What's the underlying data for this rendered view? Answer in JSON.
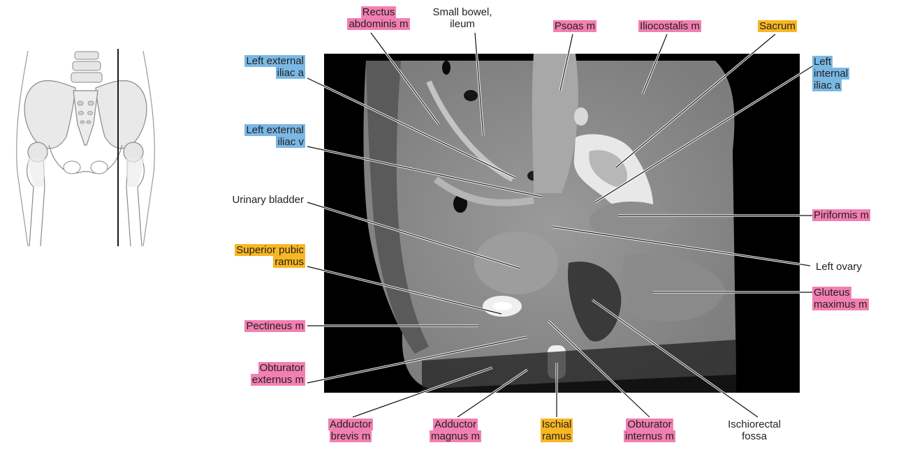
{
  "colors": {
    "muscle": "#f27fb2",
    "vessel": "#7ab8e4",
    "bone": "#f7b723",
    "scan_background": "#000000"
  },
  "orientation_thumbnail": {
    "icon": "pelvis-outline-with-sagittal-plane-line"
  },
  "labels": [
    {
      "id": "rectus-abdominis",
      "lines": [
        "Rectus",
        "abdominis m"
      ],
      "category": "muscle"
    },
    {
      "id": "small-bowel",
      "lines": [
        "Small bowel,",
        "ileum"
      ],
      "category": "plain"
    },
    {
      "id": "psoas",
      "lines": [
        "Psoas m"
      ],
      "category": "muscle"
    },
    {
      "id": "iliocostalis",
      "lines": [
        "Iliocostalis m"
      ],
      "category": "muscle"
    },
    {
      "id": "sacrum",
      "lines": [
        "Sacrum"
      ],
      "category": "bone"
    },
    {
      "id": "left-internal-iliac-a",
      "lines": [
        "Left",
        "internal",
        "iliac a"
      ],
      "category": "vessel"
    },
    {
      "id": "left-external-iliac-a",
      "lines": [
        "Left external",
        "iliac a"
      ],
      "category": "vessel"
    },
    {
      "id": "left-external-iliac-v",
      "lines": [
        "Left external",
        "iliac v"
      ],
      "category": "vessel"
    },
    {
      "id": "urinary-bladder",
      "lines": [
        "Urinary bladder"
      ],
      "category": "plain"
    },
    {
      "id": "superior-pubic-ramus",
      "lines": [
        "Superior pubic",
        "ramus"
      ],
      "category": "bone"
    },
    {
      "id": "pectineus",
      "lines": [
        "Pectineus m"
      ],
      "category": "muscle"
    },
    {
      "id": "obturator-externus",
      "lines": [
        "Obturator",
        "externus m"
      ],
      "category": "muscle"
    },
    {
      "id": "piriformis",
      "lines": [
        "Piriformis m"
      ],
      "category": "muscle"
    },
    {
      "id": "left-ovary",
      "lines": [
        "Left ovary"
      ],
      "category": "plain"
    },
    {
      "id": "gluteus-maximus",
      "lines": [
        "Gluteus",
        "maximus m"
      ],
      "category": "muscle"
    },
    {
      "id": "adductor-brevis",
      "lines": [
        "Adductor",
        "brevis m"
      ],
      "category": "muscle"
    },
    {
      "id": "adductor-magnus",
      "lines": [
        "Adductor",
        "magnus m"
      ],
      "category": "muscle"
    },
    {
      "id": "ischial-ramus",
      "lines": [
        "Ischial",
        "ramus"
      ],
      "category": "bone"
    },
    {
      "id": "obturator-internus",
      "lines": [
        "Obturator",
        "internus m"
      ],
      "category": "muscle"
    },
    {
      "id": "ischiorectal-fossa",
      "lines": [
        "Ischiorectal",
        "fossa"
      ],
      "category": "plain"
    }
  ]
}
